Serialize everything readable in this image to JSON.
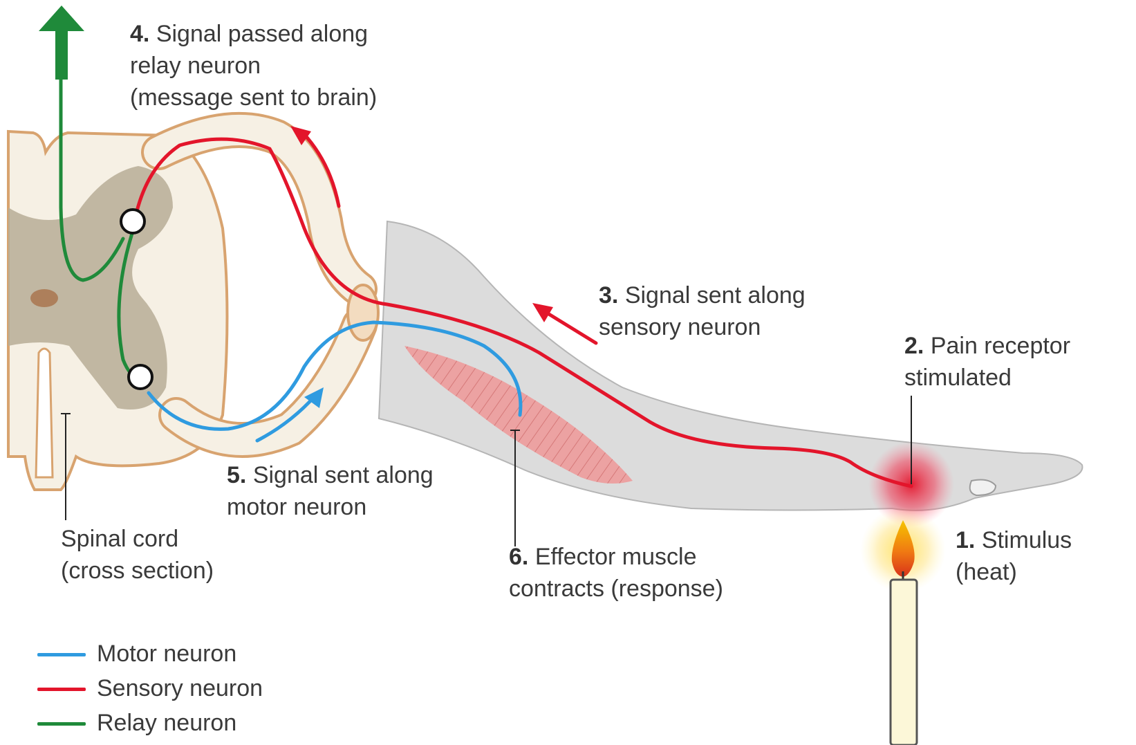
{
  "colors": {
    "motor": "#2f9be0",
    "sensory": "#e3152b",
    "relay": "#1f8a3a",
    "spinal_white": "#f6f0e4",
    "spinal_outline": "#d8a36f",
    "grey_matter": "#b7ad96",
    "arm": "#dcdcdc",
    "muscle": "#e98a8a"
  },
  "labels": {
    "step1": {
      "num": "1.",
      "lines": [
        "Stimulus",
        "(heat)"
      ]
    },
    "step2": {
      "num": "2.",
      "lines": [
        "Pain receptor",
        "stimulated"
      ]
    },
    "step3": {
      "num": "3.",
      "lines": [
        "Signal sent along",
        "sensory neuron"
      ]
    },
    "step4": {
      "num": "4.",
      "lines": [
        "Signal passed along",
        "relay neuron",
        "(message sent to brain)"
      ]
    },
    "step5": {
      "num": "5.",
      "lines": [
        "Signal sent along",
        "motor neuron"
      ]
    },
    "step6": {
      "num": "6.",
      "lines": [
        "Effector muscle",
        "contracts (response)"
      ]
    },
    "spinal": {
      "lines": [
        "Spinal cord",
        "(cross section)"
      ]
    }
  },
  "legend": [
    {
      "label": "Motor neuron",
      "color": "#2f9be0"
    },
    {
      "label": "Sensory neuron",
      "color": "#e3152b"
    },
    {
      "label": "Relay neuron",
      "color": "#1f8a3a"
    }
  ]
}
